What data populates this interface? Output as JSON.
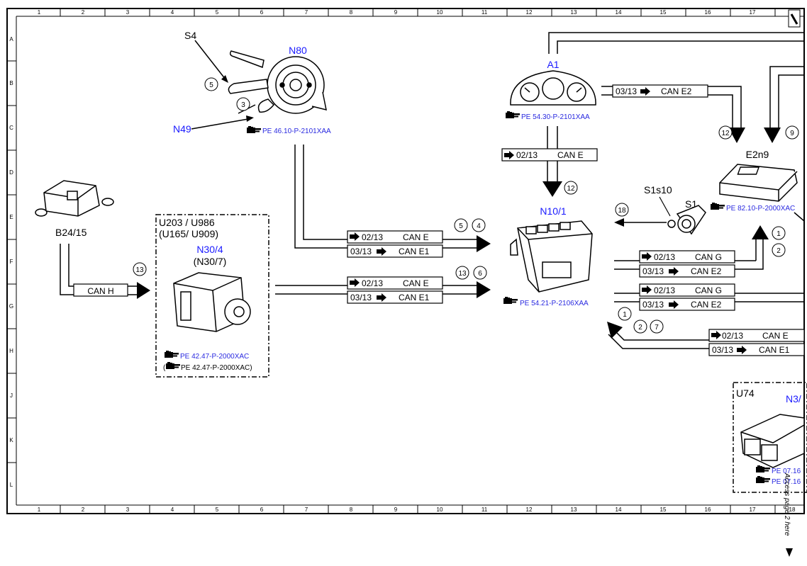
{
  "grid": {
    "columns": [
      "1",
      "2",
      "3",
      "4",
      "5",
      "6",
      "7",
      "8",
      "9",
      "10",
      "11",
      "12",
      "13",
      "14",
      "15",
      "16",
      "17",
      "18"
    ],
    "rows": [
      "A",
      "B",
      "C",
      "D",
      "E",
      "F",
      "G",
      "H",
      "J",
      "K",
      "L"
    ]
  },
  "components": {
    "n80": {
      "label": "N80",
      "ref": "PE 46.10-P-2101XAA"
    },
    "s4": {
      "label": "S4"
    },
    "n49": {
      "label": "N49"
    },
    "a1": {
      "label": "A1",
      "ref": "PE 54.30-P-2101XAA"
    },
    "e2n9": {
      "label": "E2n9",
      "ref": "PE 82.10-P-2000XAC"
    },
    "s1s10": {
      "label": "S1s10"
    },
    "s1": {
      "label": "S1"
    },
    "b2415": {
      "label": "B24/15"
    },
    "u203": {
      "label1": "U203 / U986",
      "label2": "(U165/ U909)"
    },
    "n304": {
      "label": "N30/4",
      "alt": "(N30/7)",
      "ref1": "PE 42.47-P-2000XAC",
      "ref2": "PE 42.47-P-2000XAC)",
      "ref2_prefix": "("
    },
    "n101": {
      "label": "N10/1",
      "ref": "PE 54.21-P-2106XAA"
    },
    "u74": {
      "label": "U74",
      "n3": "N3/",
      "ref1": "PE 07.16",
      "ref2": "PE 07.16"
    }
  },
  "buses": {
    "can_h": "CAN H",
    "can_e": "CAN E",
    "can_e1": "CAN E1",
    "can_e2": "CAN E2",
    "can_g": "CAN G",
    "d0213": "02/13",
    "d0313": "03/13"
  },
  "circles": {
    "c1": "1",
    "c2": "2",
    "c3": "3",
    "c4": "4",
    "c5": "5",
    "c6": "6",
    "c7": "7",
    "c9": "9",
    "c12": "12",
    "c13": "13",
    "c18": "18"
  },
  "side_note": "Access page 2 here"
}
